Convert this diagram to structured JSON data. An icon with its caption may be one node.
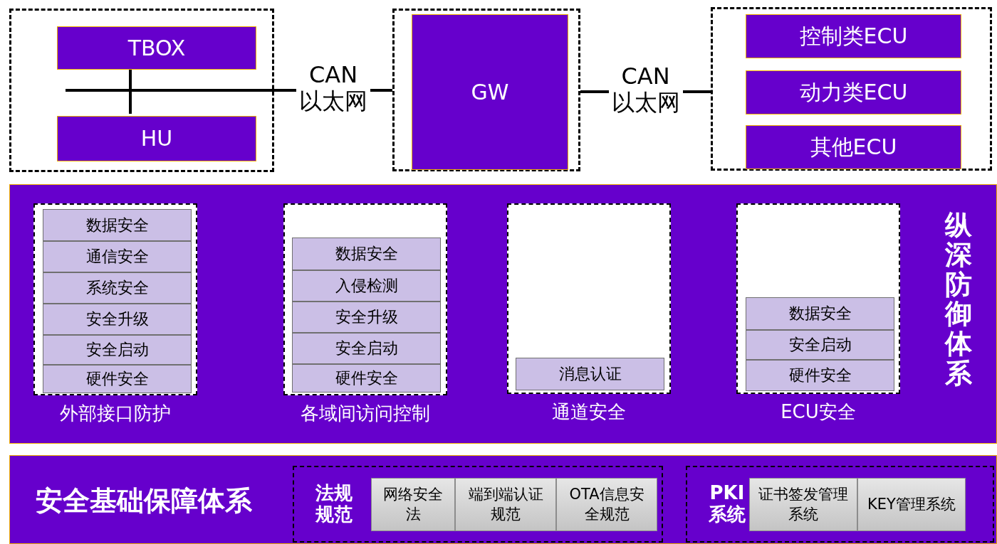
{
  "diagram": {
    "nodes": [
      {
        "text": [],
        "shape": "box"
      },
      {
        "text": [
          "TBOX"
        ],
        "in": 0
      },
      {
        "text": [
          "HU"
        ],
        "in": 0
      },
      {
        "text": [],
        "shape": "box"
      },
      {
        "text": [
          "GW"
        ],
        "in": 3
      },
      {
        "text": [],
        "shape": "box"
      },
      {
        "text": [
          "控制类ECU"
        ],
        "in": 5
      },
      {
        "text": [
          "动力类ECU"
        ],
        "in": 5
      },
      {
        "text": [
          "其他ECU"
        ],
        "in": 5
      },
      {
        "text": [
          "纵深防御体系"
        ]
      },
      {
        "text": [
          "外部接口防护"
        ],
        "in": 9
      },
      {
        "text": [
          "数据安全"
        ],
        "in": 10
      },
      {
        "text": [
          "通信安全"
        ],
        "in": 10
      },
      {
        "text": [
          "系统安全"
        ],
        "in": 10
      },
      {
        "text": [
          "安全升级"
        ],
        "in": 10
      },
      {
        "text": [
          "安全启动"
        ],
        "in": 10
      },
      {
        "text": [
          "硬件安全"
        ],
        "in": 10
      },
      {
        "text": [
          "各域间访问控制"
        ],
        "in": 9
      },
      {
        "text": [
          "数据安全"
        ],
        "in": 17
      },
      {
        "text": [
          "入侵检测"
        ],
        "in": 17
      },
      {
        "text": [
          "安全升级"
        ],
        "in": 17
      },
      {
        "text": [
          "安全启动"
        ],
        "in": 17
      },
      {
        "text": [
          "硬件安全"
        ],
        "in": 17
      },
      {
        "text": [
          "通道安全"
        ],
        "in": 9
      },
      {
        "text": [
          "消息认证"
        ],
        "in": 23
      },
      {
        "text": [
          "ECU安全"
        ],
        "in": 9
      },
      {
        "text": [
          "数据安全"
        ],
        "in": 25
      },
      {
        "text": [
          "安全启动"
        ],
        "in": 25
      },
      {
        "text": [
          "硬件安全"
        ],
        "in": 25
      },
      {
        "text": [
          "安全基础保障体系"
        ]
      },
      {
        "text": [
          "法规规范"
        ],
        "in": 29
      },
      {
        "text": [
          "网络安全法"
        ],
        "in": 30
      },
      {
        "text": [
          "端到端认证规范"
        ],
        "in": 30
      },
      {
        "text": [
          "OTA信息安全规范"
        ],
        "in": 30
      },
      {
        "text": [
          "PKI系统"
        ],
        "in": 29
      },
      {
        "text": [
          "证书签发管理系统"
        ],
        "in": 34
      },
      {
        "text": [
          "KEY管理系统"
        ],
        "in": 34
      }
    ],
    "edges": [
      {
        "from": 1,
        "to": 2,
        "arrow": "none"
      },
      {
        "from": null,
        "to": 3,
        "arrow": "none",
        "label": "CAN 以太网"
      },
      {
        "from": 3,
        "to": 5,
        "arrow": "none",
        "label": "CAN 以太网"
      }
    ]
  }
}
